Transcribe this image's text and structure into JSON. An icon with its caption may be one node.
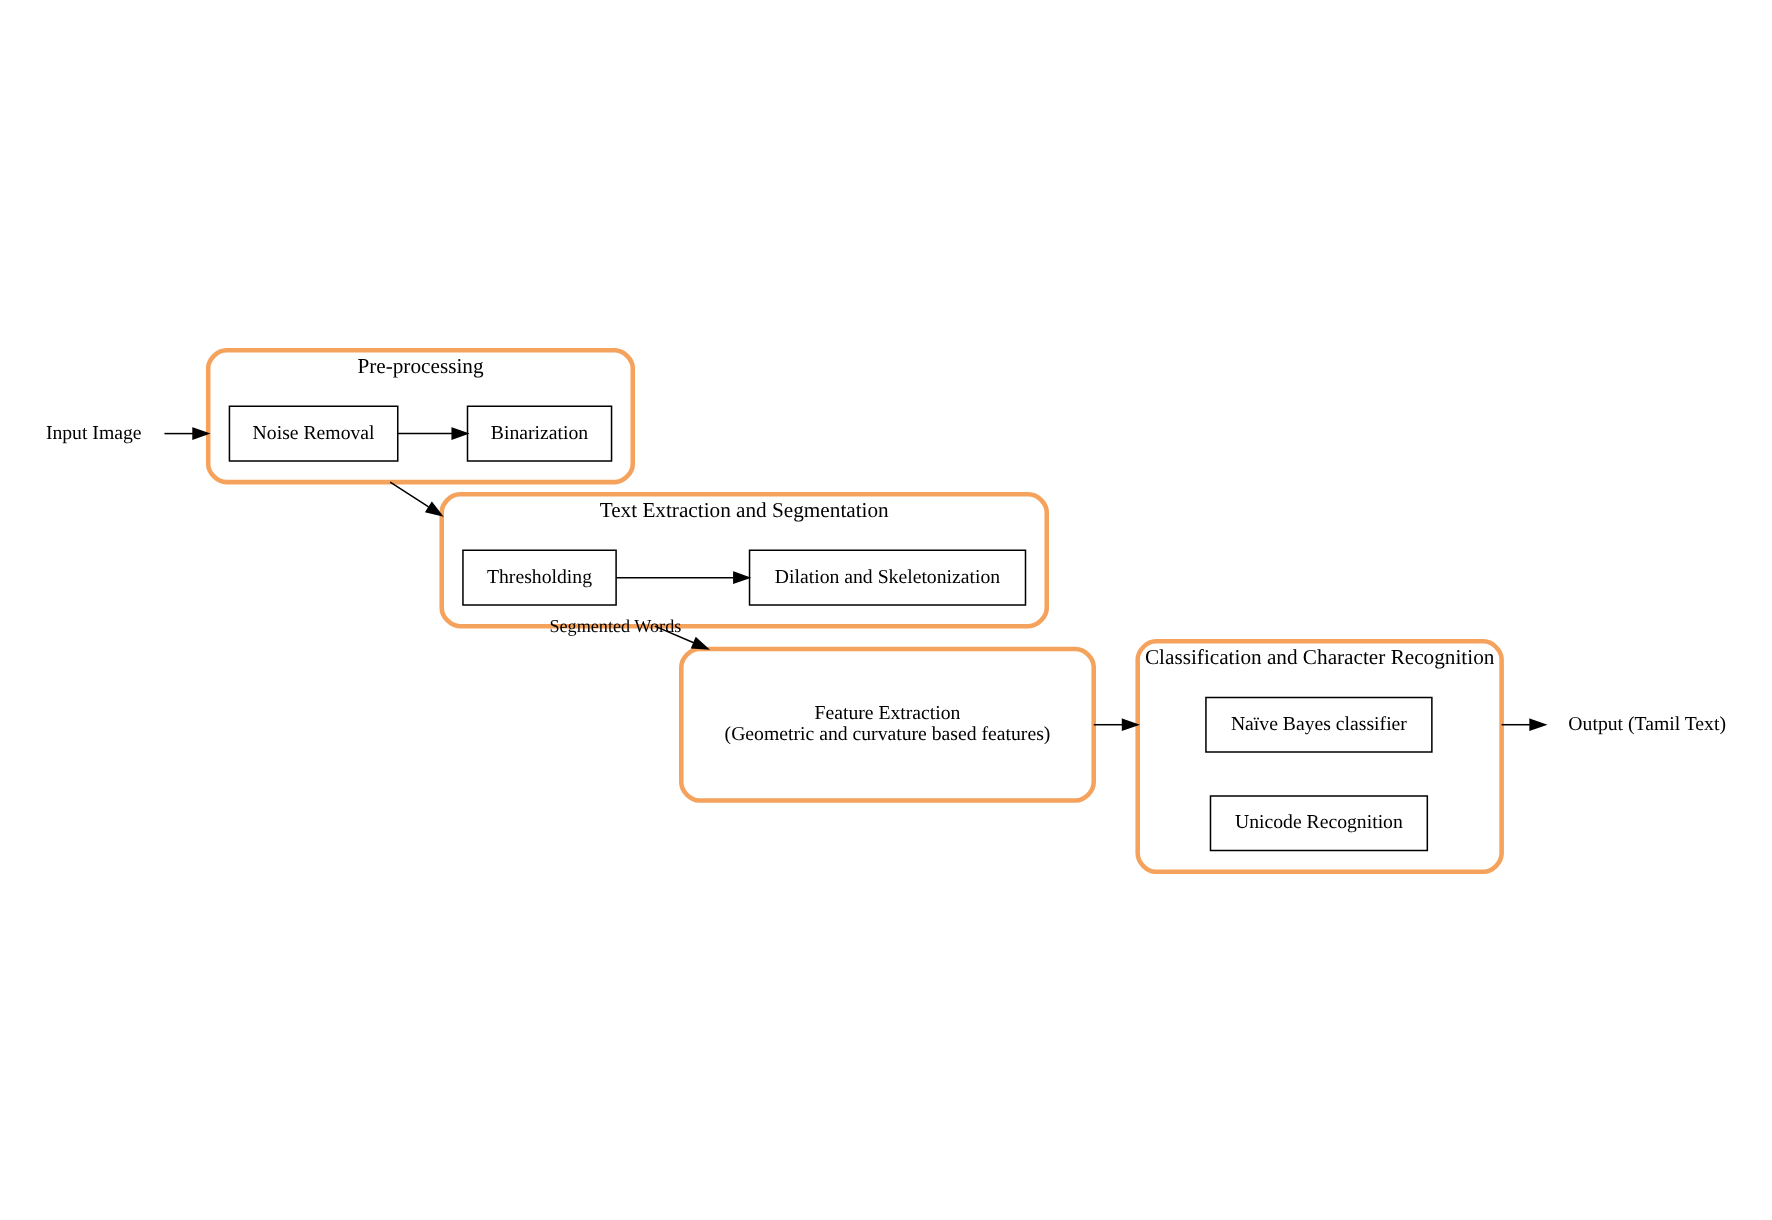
{
  "diagram": {
    "nodes": [
      {
        "text": [
          "Pre-processing"
        ]
      },
      {
        "text": [
          "Noise Removal"
        ],
        "in": 0
      },
      {
        "text": [
          "Binarization"
        ],
        "in": 0
      },
      {
        "text": [
          "Text Extraction and Segmentation"
        ]
      },
      {
        "text": [
          "Thresholding"
        ],
        "in": 3
      },
      {
        "text": [
          "Dilation and Skeletonization"
        ],
        "in": 3
      },
      {
        "text": [
          "Feature Extraction",
          "(Geometric and curvature based features)"
        ]
      },
      {
        "text": [
          "Classification and Character Recognition"
        ]
      },
      {
        "text": [
          "Naïve Bayes classifier"
        ],
        "in": 7
      },
      {
        "text": [
          "Unicode Recognition"
        ],
        "in": 7
      },
      {
        "text": [
          "Input Image"
        ]
      },
      {
        "text": [
          "Output (Tamil Text)"
        ]
      }
    ],
    "edges": [
      {
        "from": 10,
        "to": 0,
        "arrow": "to"
      },
      {
        "from": 1,
        "to": 2,
        "arrow": "to"
      },
      {
        "from": 0,
        "to": 3,
        "arrow": "to"
      },
      {
        "from": 4,
        "to": 5,
        "arrow": "to"
      },
      {
        "from": 3,
        "to": 6,
        "arrow": "to",
        "label": "Segmented Words"
      },
      {
        "from": 6,
        "to": 7,
        "arrow": "to"
      },
      {
        "from": 7,
        "to": 11,
        "arrow": "to"
      }
    ]
  }
}
